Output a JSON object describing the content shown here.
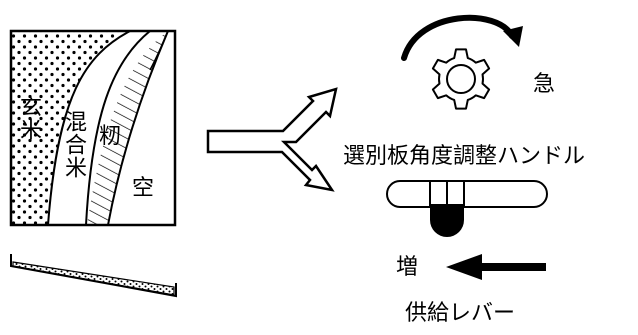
{
  "separator_panel": {
    "region_brown_rice": "玄米",
    "region_mixed_rice": "混合米",
    "region_paddy": "籾",
    "region_empty": "空"
  },
  "handle": {
    "direction_label": "急",
    "name": "選別板角度調整ハンドル"
  },
  "lever": {
    "direction_label": "増",
    "name": "供給レバー"
  },
  "colors": {
    "ink": "#000000",
    "paper": "#ffffff"
  }
}
